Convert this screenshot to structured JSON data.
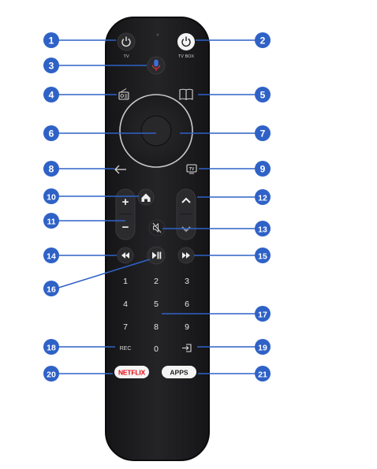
{
  "remote": {
    "tv_label": "TV",
    "tvbox_label": "TV BOX",
    "rec_label": "REC",
    "netflix_label": "NETFLIX",
    "apps_label": "APPS",
    "plus_label": "+",
    "minus_label": "−",
    "tv_input_label": "TV",
    "keypad": [
      "1",
      "2",
      "3",
      "4",
      "5",
      "6",
      "7",
      "8",
      "9",
      "0"
    ]
  },
  "callouts": [
    "1",
    "2",
    "3",
    "4",
    "5",
    "6",
    "7",
    "8",
    "9",
    "10",
    "11",
    "12",
    "13",
    "14",
    "15",
    "16",
    "17",
    "18",
    "19",
    "20",
    "21"
  ],
  "colors": {
    "callout_blue": "#2f62c7",
    "remote_body": "#1d1d1f",
    "mic_blue": "#3f6fd8",
    "mic_red": "#e0343a",
    "netflix_red": "#e50914"
  }
}
